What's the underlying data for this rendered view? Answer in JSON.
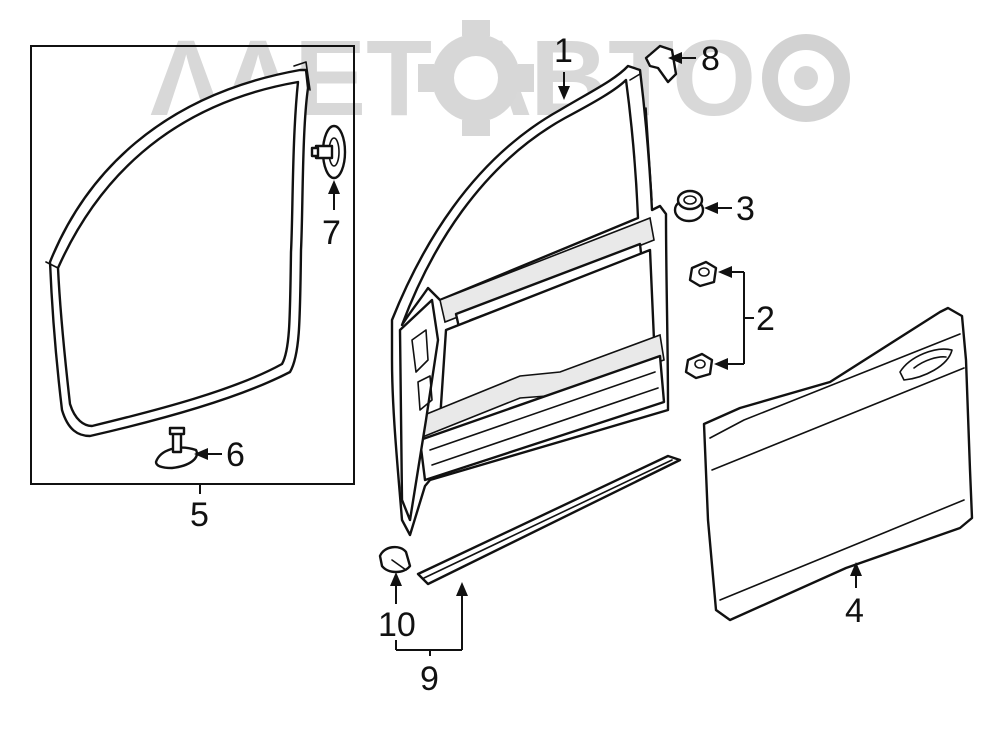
{
  "watermark": {
    "text": "ΛΛΕΤ ΛΒΤΟ"
  },
  "callouts": {
    "c1": "1",
    "c2": "2",
    "c3": "3",
    "c4": "4",
    "c5": "5",
    "c6": "6",
    "c7": "7",
    "c8": "8",
    "c9": "9",
    "c10": "10"
  }
}
